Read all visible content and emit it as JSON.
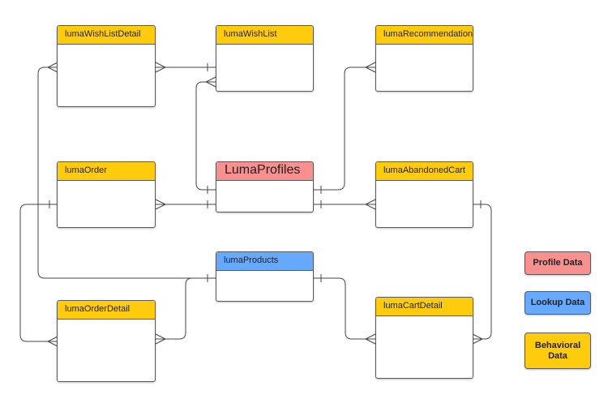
{
  "entities": {
    "wish_list_detail": {
      "name": "lumaWishListDetail",
      "kind": "behavioral"
    },
    "wish_list": {
      "name": "lumaWishList",
      "kind": "behavioral"
    },
    "recommendation": {
      "name": "lumaRecommendation",
      "kind": "behavioral"
    },
    "order": {
      "name": "lumaOrder",
      "kind": "behavioral"
    },
    "profiles": {
      "name": "LumaProfiles",
      "kind": "profile"
    },
    "abandoned_cart": {
      "name": "lumaAbandonedCart",
      "kind": "behavioral"
    },
    "products": {
      "name": "lumaProducts",
      "kind": "lookup"
    },
    "order_detail": {
      "name": "lumaOrderDetail",
      "kind": "behavioral"
    },
    "cart_detail": {
      "name": "lumaCartDetail",
      "kind": "behavioral"
    }
  },
  "legend": {
    "profile": {
      "label": "Profile Data",
      "color": "#f99090"
    },
    "lookup": {
      "label": "Lookup Data",
      "color": "#66aaff"
    },
    "behavioral": {
      "label": "Behavioral\nData",
      "color": "#ffcc0d"
    }
  },
  "relationships": [
    {
      "from": "wish_list_detail",
      "to": "wish_list",
      "from_end": "many",
      "to_end": "one"
    },
    {
      "from": "wish_list",
      "to": "profiles",
      "from_end": "many",
      "to_end": "one"
    },
    {
      "from": "recommendation",
      "to": "profiles",
      "from_end": "many",
      "to_end": "one"
    },
    {
      "from": "order",
      "to": "profiles",
      "from_end": "many",
      "to_end": "one"
    },
    {
      "from": "abandoned_cart",
      "to": "profiles",
      "from_end": "many",
      "to_end": "one"
    },
    {
      "from": "wish_list_detail",
      "to": "products",
      "from_end": "many",
      "to_end": "one"
    },
    {
      "from": "order_detail",
      "to": "order",
      "from_end": "many",
      "to_end": "one"
    },
    {
      "from": "order_detail",
      "to": "products",
      "from_end": "many",
      "to_end": "one"
    },
    {
      "from": "cart_detail",
      "to": "products",
      "from_end": "many",
      "to_end": "one"
    },
    {
      "from": "cart_detail",
      "to": "abandoned_cart",
      "from_end": "many",
      "to_end": "one"
    }
  ]
}
